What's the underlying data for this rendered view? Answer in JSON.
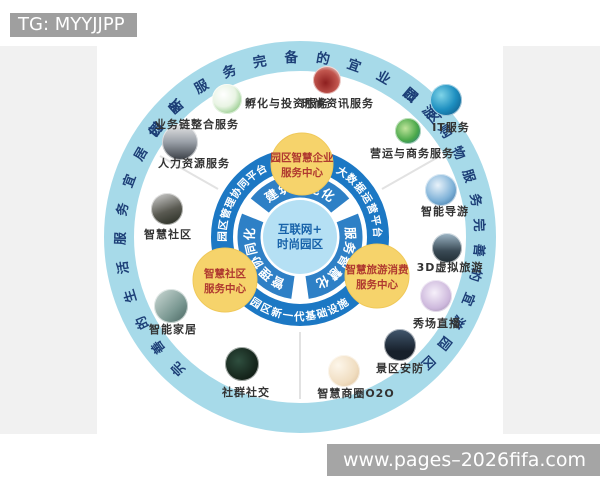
{
  "badges": {
    "tg": "TG: MYYJJPP",
    "url": "www.pages–2026fifa.com"
  },
  "outer_ring": {
    "top_text": "创新服务完备的宜业园区",
    "right_text": "旅游购物服务完善的宜游园区",
    "left_text": "完善的生活服务宜居园区"
  },
  "inner_ring": {
    "left_text": "园区管理协同平台",
    "right_text": "大数据运营平台",
    "bottom_text": "园区新一代基础设施"
  },
  "core": {
    "center_line1": "互联网+",
    "center_line2": "时尚园区",
    "segments": [
      "建筑智能化",
      "服务智慧化",
      "管理协同化"
    ]
  },
  "centers": [
    {
      "line1": "园区智慧企业",
      "line2": "服务中心"
    },
    {
      "line1": "智慧社区",
      "line2": "服务中心"
    },
    {
      "line1": "智慧旅游消费",
      "line2": "服务中心"
    }
  ],
  "services": [
    {
      "label": "孵化与投资服务",
      "icon": "incubation-investment-icon"
    },
    {
      "label": "时尚资讯服务",
      "icon": "fashion-news-icon"
    },
    {
      "label": "IT服务",
      "icon": "it-globe-icon"
    },
    {
      "label": "营运与商务服务",
      "icon": "business-globe-icon"
    },
    {
      "label": "智能导游",
      "icon": "smart-guide-icon"
    },
    {
      "label": "3D虚拟旅游",
      "icon": "virtual-tour-3d-icon"
    },
    {
      "label": "秀场直播",
      "icon": "live-show-icon"
    },
    {
      "label": "景区安防",
      "icon": "scenic-security-icon"
    },
    {
      "label": "智慧商圈O2O",
      "icon": "o2o-business-icon"
    },
    {
      "label": "社群社交",
      "icon": "social-community-icon"
    },
    {
      "label": "智能家居",
      "icon": "smart-home-icon"
    },
    {
      "label": "智慧社区",
      "icon": "smart-community-icon"
    },
    {
      "label": "人力资源服务",
      "icon": "hr-service-icon"
    },
    {
      "label": "业务链整合服务",
      "icon": "business-chain-icon"
    }
  ],
  "colors": {
    "outer_ring": "#a7dae9",
    "outer_text": "#1d3f77",
    "inner_ring": "#1c78c4",
    "segment_ring": "#2e80c6",
    "core_fill": "#b5e0f4",
    "center_circle_fill": "#f6d36b",
    "center_circle_text": "#b03a30",
    "badge_bg": "#9f9f9f"
  }
}
